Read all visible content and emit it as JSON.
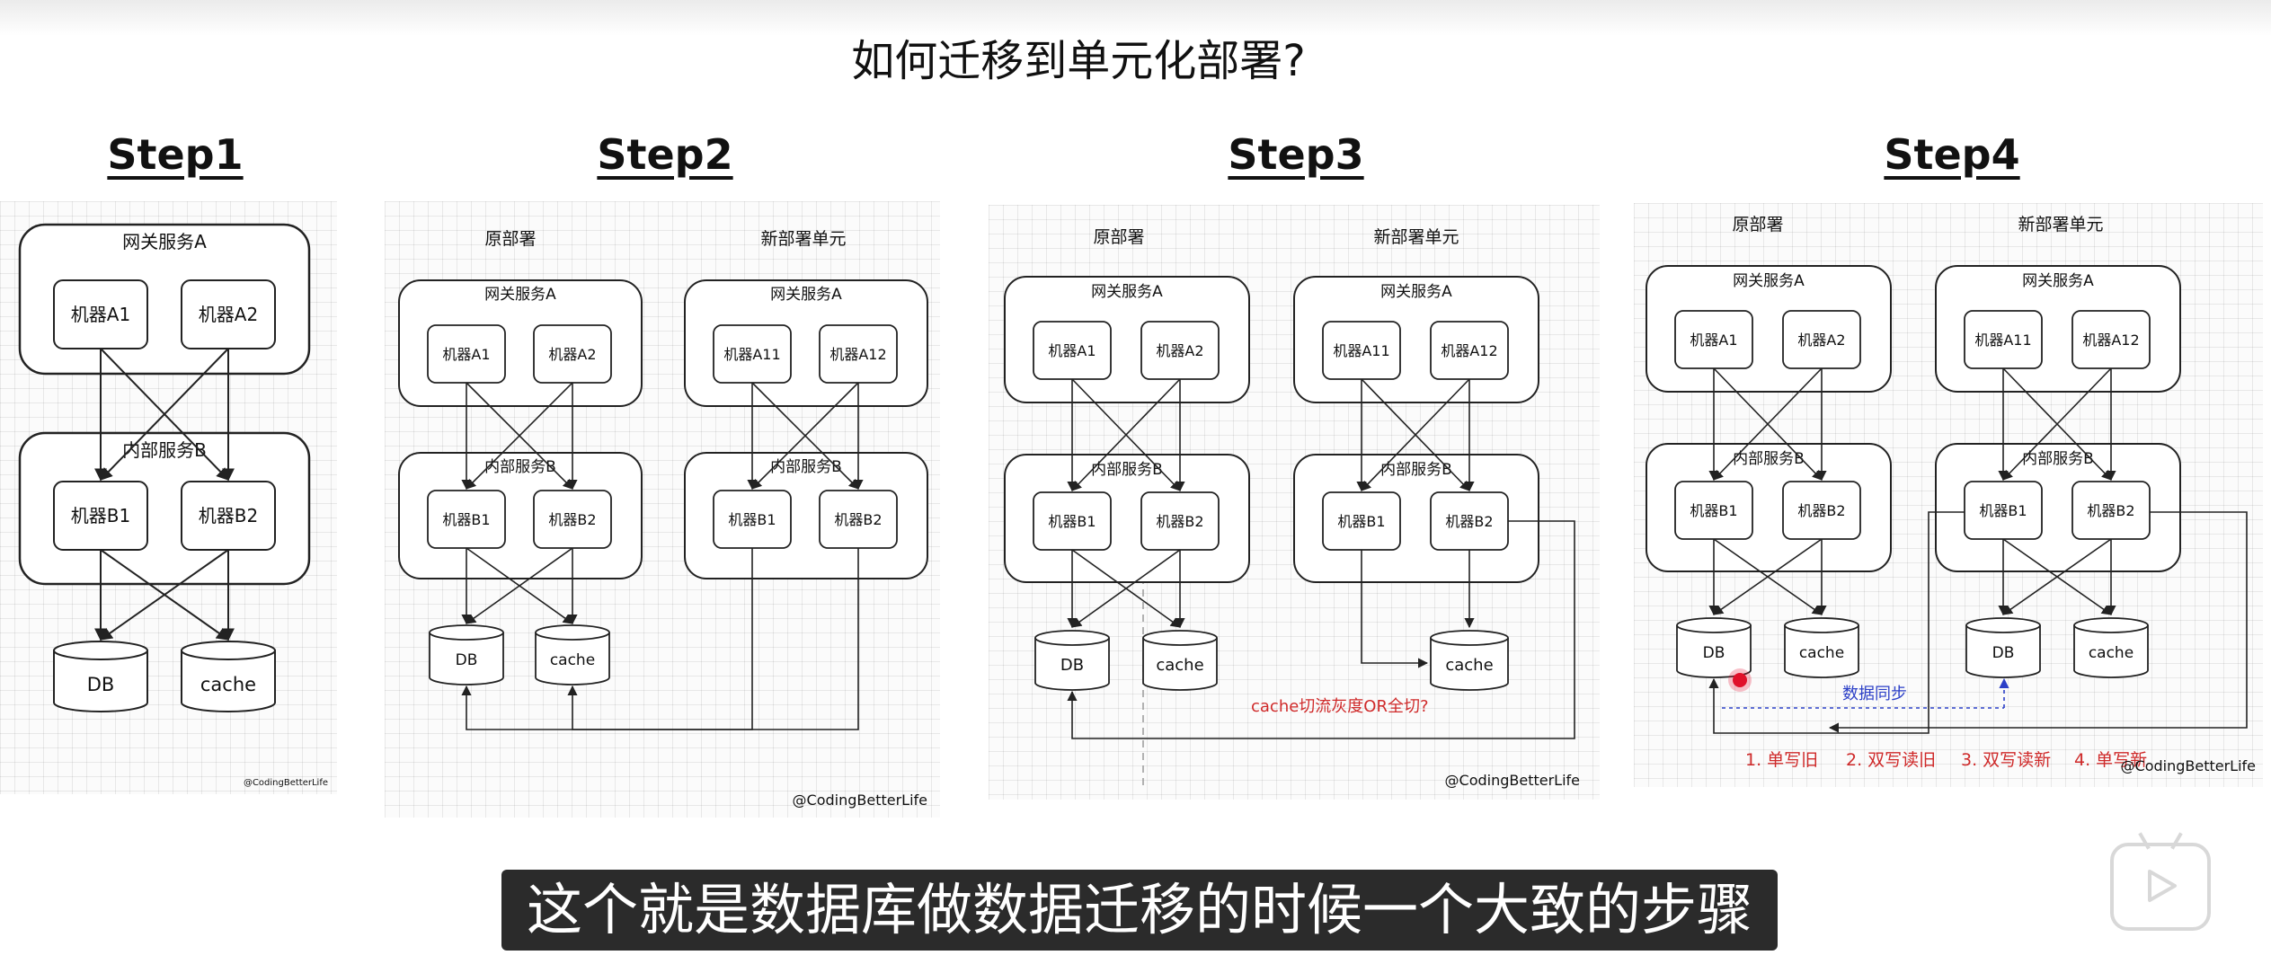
{
  "page": {
    "title": "如何迁移到单元化部署?",
    "subtitle": "这个就是数据库做数据迁移的时候一个大致的步骤"
  },
  "steps": [
    {
      "title": "Step1"
    },
    {
      "title": "Step2"
    },
    {
      "title": "Step3"
    },
    {
      "title": "Step4"
    }
  ],
  "labels": {
    "gateway": "网关服务A",
    "internal": "内部服务B",
    "orig_deploy": "原部署",
    "new_unit": "新部署单元",
    "a1": "机器A1",
    "a2": "机器A2",
    "a11": "机器A11",
    "a12": "机器A12",
    "b1": "机器B1",
    "b2": "机器B2",
    "db": "DB",
    "cache": "cache"
  },
  "annotations": {
    "watermark": "@CodingBetterLife",
    "step3_question": "cache切流灰度OR全切?",
    "step4_sync": "数据同步",
    "step4_phases": [
      "1. 单写旧",
      "2. 双写读旧",
      "3. 双写读新",
      "4. 单写新"
    ]
  },
  "colors": {
    "accent_red": "#cf2a2a",
    "sync_blue": "#2b3fc7",
    "line": "#222222"
  }
}
